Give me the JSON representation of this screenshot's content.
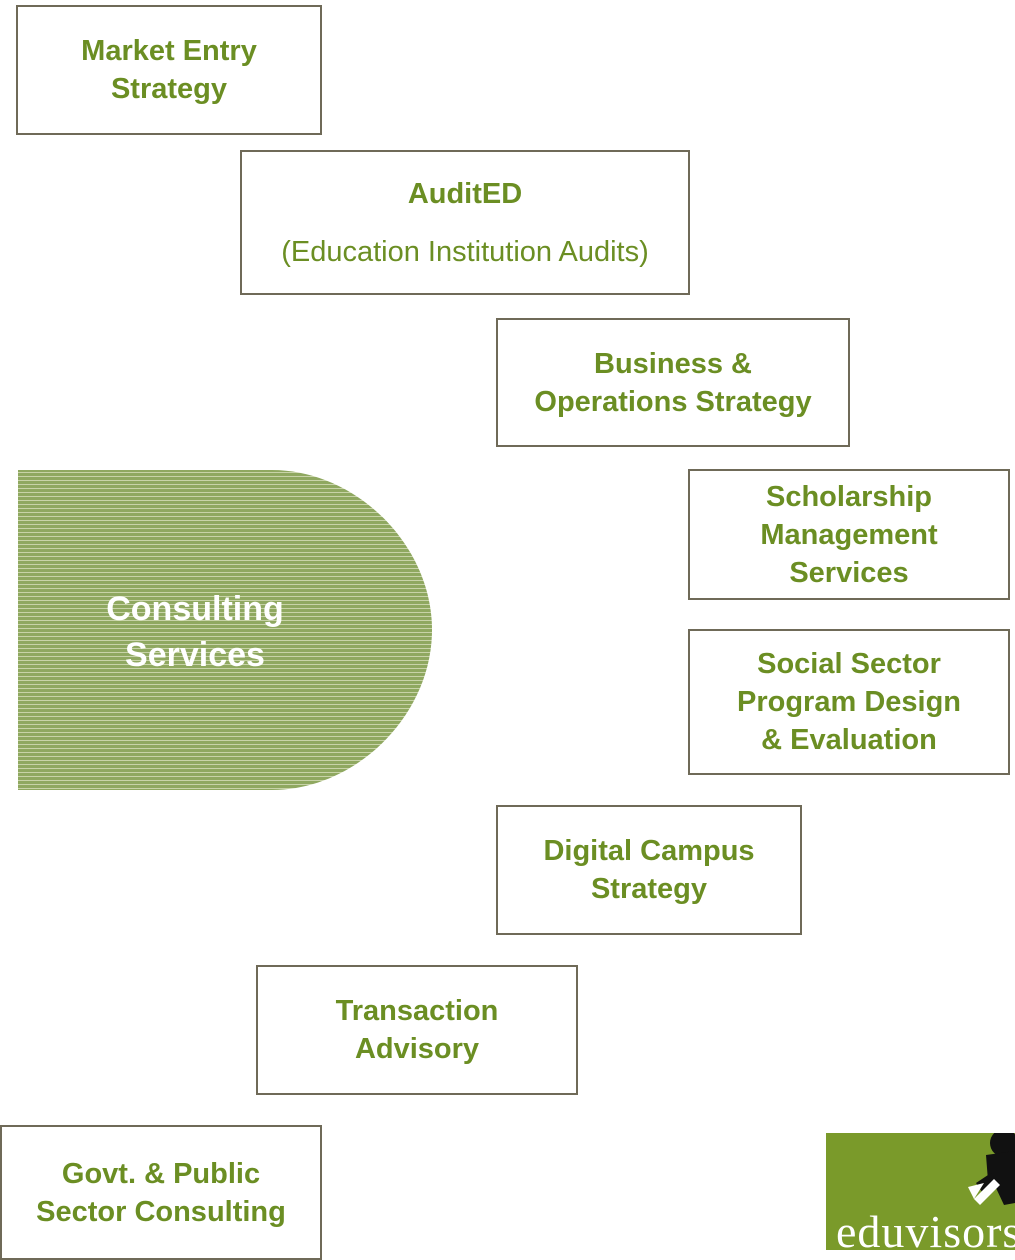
{
  "hub": {
    "line1": "Consulting",
    "line2": "Services"
  },
  "services": {
    "market_entry": {
      "line1": "Market Entry",
      "line2": "Strategy"
    },
    "audited": {
      "title": "AuditED",
      "subtitle": "(Education Institution Audits)"
    },
    "business_ops": {
      "line1": "Business &",
      "line2": "Operations Strategy"
    },
    "scholarship": {
      "line1": "Scholarship",
      "line2": "Management",
      "line3": "Services"
    },
    "social_sector": {
      "line1": "Social Sector",
      "line2": "Program Design",
      "line3": "& Evaluation"
    },
    "digital_campus": {
      "line1": "Digital Campus",
      "line2": "Strategy"
    },
    "transaction": {
      "line1": "Transaction",
      "line2": "Advisory"
    },
    "govt_public": {
      "line1": "Govt. & Public",
      "line2": "Sector Consulting"
    }
  },
  "logo": {
    "text": "eduvisors",
    "icon": "arrow-figure-icon",
    "bg_color": "#7a9a2a"
  },
  "colors": {
    "text_green": "#6b8e23",
    "hub_fill": "#8fa860",
    "box_border": "#6f6a58"
  }
}
